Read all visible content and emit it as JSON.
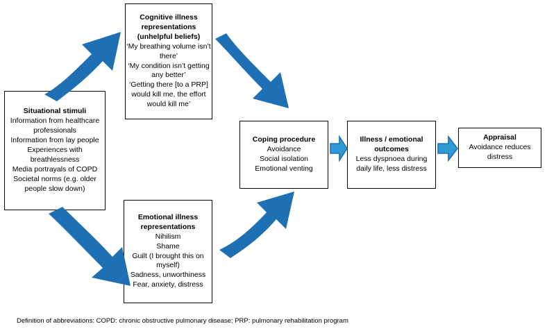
{
  "diagram": {
    "title": "Illness representation and coping flow diagram",
    "accent_curved_arrow_color": "#1F6FB5",
    "accent_block_arrow_fill": "#2E9BD6",
    "accent_block_arrow_stroke": "#1F6FB5",
    "box_border_color": "#000000",
    "background_color": "#FFFFFF",
    "text_color": "#000000"
  },
  "boxes": {
    "situational": {
      "title": "Situational stimuli",
      "lines": [
        "Information from healthcare professionals",
        "Information from lay people",
        "Experiences with breathlessness",
        "Media portrayals of COPD",
        "Societal norms (e.g. older people slow down)"
      ]
    },
    "cognitive": {
      "title_line_1": "Cognitive illness",
      "title_line_2": "representations",
      "title_line_3": "(unhelpful beliefs)",
      "lines": [
        "‘My breathing volume isn’t there’",
        "‘My condition isn’t getting any better’",
        "‘Getting there [to a PRP] would kill me, the effort would kill me’"
      ]
    },
    "emotional": {
      "title_line_1": "Emotional illness",
      "title_line_2": "representations",
      "lines": [
        "Nihilism",
        "Shame",
        "Guilt (I brought this on myself)",
        "Sadness, unworthiness",
        "Fear, anxiety, distress"
      ]
    },
    "coping": {
      "title": "Coping procedure",
      "lines": [
        "Avoidance",
        "Social isolation",
        "Emotional venting"
      ]
    },
    "outcomes": {
      "title_line_1": "Illness / emotional",
      "title_line_2": "outcomes",
      "lines": [
        "Less dyspnoea during",
        "daily life, less distress"
      ]
    },
    "appraisal": {
      "title": "Appraisal",
      "lines": [
        "Avoidance reduces",
        "distress"
      ]
    }
  },
  "arrows": [
    {
      "name": "situational-to-cognitive",
      "style": "curved",
      "direction": "up-right"
    },
    {
      "name": "cognitive-to-coping",
      "style": "curved",
      "direction": "down-right"
    },
    {
      "name": "situational-to-emotional",
      "style": "curved",
      "direction": "down-right"
    },
    {
      "name": "emotional-to-coping",
      "style": "curved",
      "direction": "up-right"
    },
    {
      "name": "coping-to-outcomes",
      "style": "block",
      "direction": "right"
    },
    {
      "name": "outcomes-to-appraisal",
      "style": "block",
      "direction": "right"
    }
  ],
  "footnote": {
    "text": "Definition of abbreviations: COPD: chronic obstructive pulmonary disease; PRP: pulmonary rehabilitation program"
  }
}
